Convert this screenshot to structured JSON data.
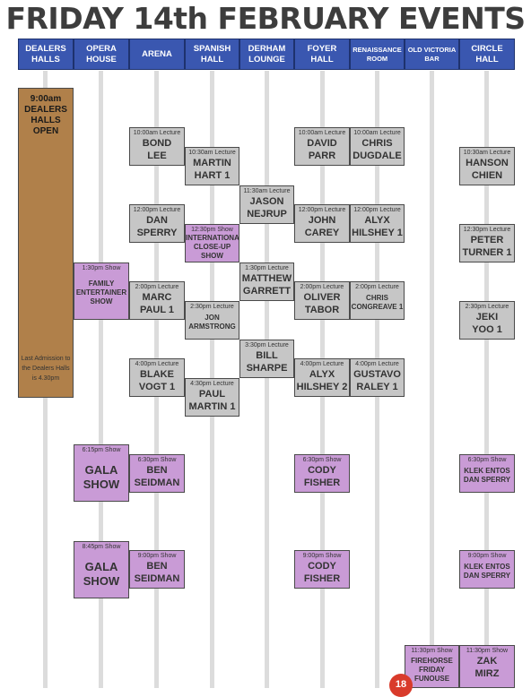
{
  "title": "FRIDAY 14th FEBRUARY EVENTS",
  "venues": [
    {
      "l1": "DEALERS",
      "l2": "HALLS"
    },
    {
      "l1": "OPERA",
      "l2": "HOUSE"
    },
    {
      "l1": "ARENA",
      "l2": ""
    },
    {
      "l1": "SPANISH",
      "l2": "HALL"
    },
    {
      "l1": "DERHAM",
      "l2": "LOUNGE"
    },
    {
      "l1": "FOYER",
      "l2": "HALL"
    },
    {
      "l1": "RENAISSANCE",
      "l2": "ROOM"
    },
    {
      "l1": "OLD VICTORIA",
      "l2": "BAR"
    },
    {
      "l1": "CIRCLE",
      "l2": "HALL"
    }
  ],
  "dealers": {
    "open": "9:00am DEALERS HALLS OPEN",
    "note": "Last Admission to the Dealers Halls is 4.30pm"
  },
  "events": [
    {
      "cap": "10:00am Lecture",
      "n1": "BOND",
      "n2": "LEE"
    },
    {
      "cap": "10:30am Lecture",
      "n1": "MARTIN",
      "n2": "HART 1"
    },
    {
      "cap": "11:30am Lecture",
      "n1": "JASON",
      "n2": "NEJRUP"
    },
    {
      "cap": "10:00am Lecture",
      "n1": "DAVID",
      "n2": "PARR"
    },
    {
      "cap": "10:00am Lecture",
      "n1": "CHRIS",
      "n2": "DUGDALE"
    },
    {
      "cap": "10:30am Lecture",
      "n1": "HANSON",
      "n2": "CHIEN"
    },
    {
      "cap": "12:00pm Lecture",
      "n1": "DAN",
      "n2": "SPERRY"
    },
    {
      "cap": "12:30pm Show",
      "n1": "INTERNATIONAL",
      "n2": "CLOSE-UP SHOW"
    },
    {
      "cap": "1:30pm Lecture",
      "n1": "MATTHEW",
      "n2": "GARRETT"
    },
    {
      "cap": "12:00pm Lecture",
      "n1": "JOHN",
      "n2": "CAREY"
    },
    {
      "cap": "12:00pm Lecture",
      "n1": "ALYX",
      "n2": "HILSHEY 1"
    },
    {
      "cap": "12:30pm Lecture",
      "n1": "PETER",
      "n2": "TURNER 1"
    },
    {
      "cap": "1:30pm Show",
      "n1": "FAMILY ENTERTAINER",
      "n2": "SHOW"
    },
    {
      "cap": "2:00pm Lecture",
      "n1": "MARC",
      "n2": "PAUL 1"
    },
    {
      "cap": "2:30pm Lecture",
      "n1": "JON",
      "n2": "ARMSTRONG"
    },
    {
      "cap": "2:00pm Lecture",
      "n1": "OLIVER",
      "n2": "TABOR"
    },
    {
      "cap": "2:00pm Lecture",
      "n1": "CHRIS",
      "n2": "CONGREAVE 1"
    },
    {
      "cap": "2:30pm Lecture",
      "n1": "JEKI",
      "n2": "YOO 1"
    },
    {
      "cap": "3:30pm Lecture",
      "n1": "BILL",
      "n2": "SHARPE"
    },
    {
      "cap": "4:00pm Lecture",
      "n1": "BLAKE",
      "n2": "VOGT 1"
    },
    {
      "cap": "4:30pm Lecture",
      "n1": "PAUL",
      "n2": "MARTIN 1"
    },
    {
      "cap": "4:00pm Lecture",
      "n1": "ALYX",
      "n2": "HILSHEY 2"
    },
    {
      "cap": "4:00pm Lecture",
      "n1": "GUSTAVO",
      "n2": "RALEY 1"
    },
    {
      "cap": "6:15pm Show",
      "n1": "GALA",
      "n2": "SHOW"
    },
    {
      "cap": "6:30pm Show",
      "n1": "BEN",
      "n2": "SEIDMAN"
    },
    {
      "cap": "6:30pm Show",
      "n1": "CODY",
      "n2": "FISHER"
    },
    {
      "cap": "6:30pm Show",
      "n1": "KLEK ENTOS",
      "n2": "DAN SPERRY"
    },
    {
      "cap": "8:45pm Show",
      "n1": "GALA",
      "n2": "SHOW"
    },
    {
      "cap": "9:00pm Show",
      "n1": "BEN",
      "n2": "SEIDMAN"
    },
    {
      "cap": "9:00pm Show",
      "n1": "CODY",
      "n2": "FISHER"
    },
    {
      "cap": "9:00pm Show",
      "n1": "KLEK ENTOS",
      "n2": "DAN SPERRY"
    },
    {
      "cap": "11:30pm Show",
      "n1": "FIREHORSE FRIDAY",
      "n2": "FUNOUSE"
    },
    {
      "cap": "11:30pm Show",
      "n1": "ZAK",
      "n2": "MIRZ"
    }
  ],
  "page_number": "18"
}
